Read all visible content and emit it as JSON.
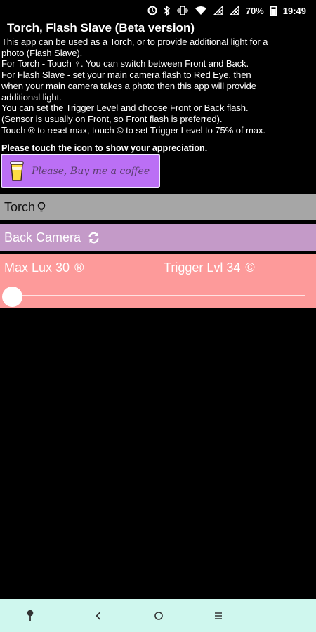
{
  "status_bar": {
    "battery_percent": "70%",
    "time": "19:49",
    "icons": [
      "sync-icon",
      "bluetooth-icon",
      "vibrate-icon",
      "wifi-icon",
      "no-signal-icon",
      "no-signal-icon",
      "battery-icon"
    ]
  },
  "app": {
    "title": "Torch, Flash Slave (Beta version)",
    "description_lines": [
      "This app can be used as a Torch, or to provide additional light for a",
      "photo (Flash Slave).",
      "For Torch - Touch ♀. You can switch between Front and Back.",
      "For Flash Slave - set your main camera flash to Red Eye, then",
      "when your main camera takes a photo then this app will provide",
      "additional light.",
      "You can set the Trigger Level and choose Front or Back flash.",
      "(Sensor is usually on Front, so Front flash is preferred).",
      "Touch ® to reset max, touch © to set Trigger Level to 75% of max."
    ],
    "appreciation": "Please touch the icon to show your appreciation.",
    "coffee_button_label": "Please, Buy me a coffee"
  },
  "controls": {
    "torch_label": "Torch",
    "camera_label": "Back Camera",
    "max_lux_label": "Max Lux 30",
    "max_lux_symbol": "®",
    "trigger_label": "Trigger Lvl 34",
    "trigger_symbol": "©",
    "slider_level": 0.0
  },
  "nav_bar": {
    "icons": [
      "pin-icon",
      "back-icon",
      "home-icon",
      "menu-icon"
    ]
  },
  "colors": {
    "coffee_button": "#bb6ff5",
    "torch_bar": "#a6a6a6",
    "camera_bar": "#c49ac8",
    "lux_bar": "#fd9a9a",
    "nav_bar": "#cff7ee"
  }
}
